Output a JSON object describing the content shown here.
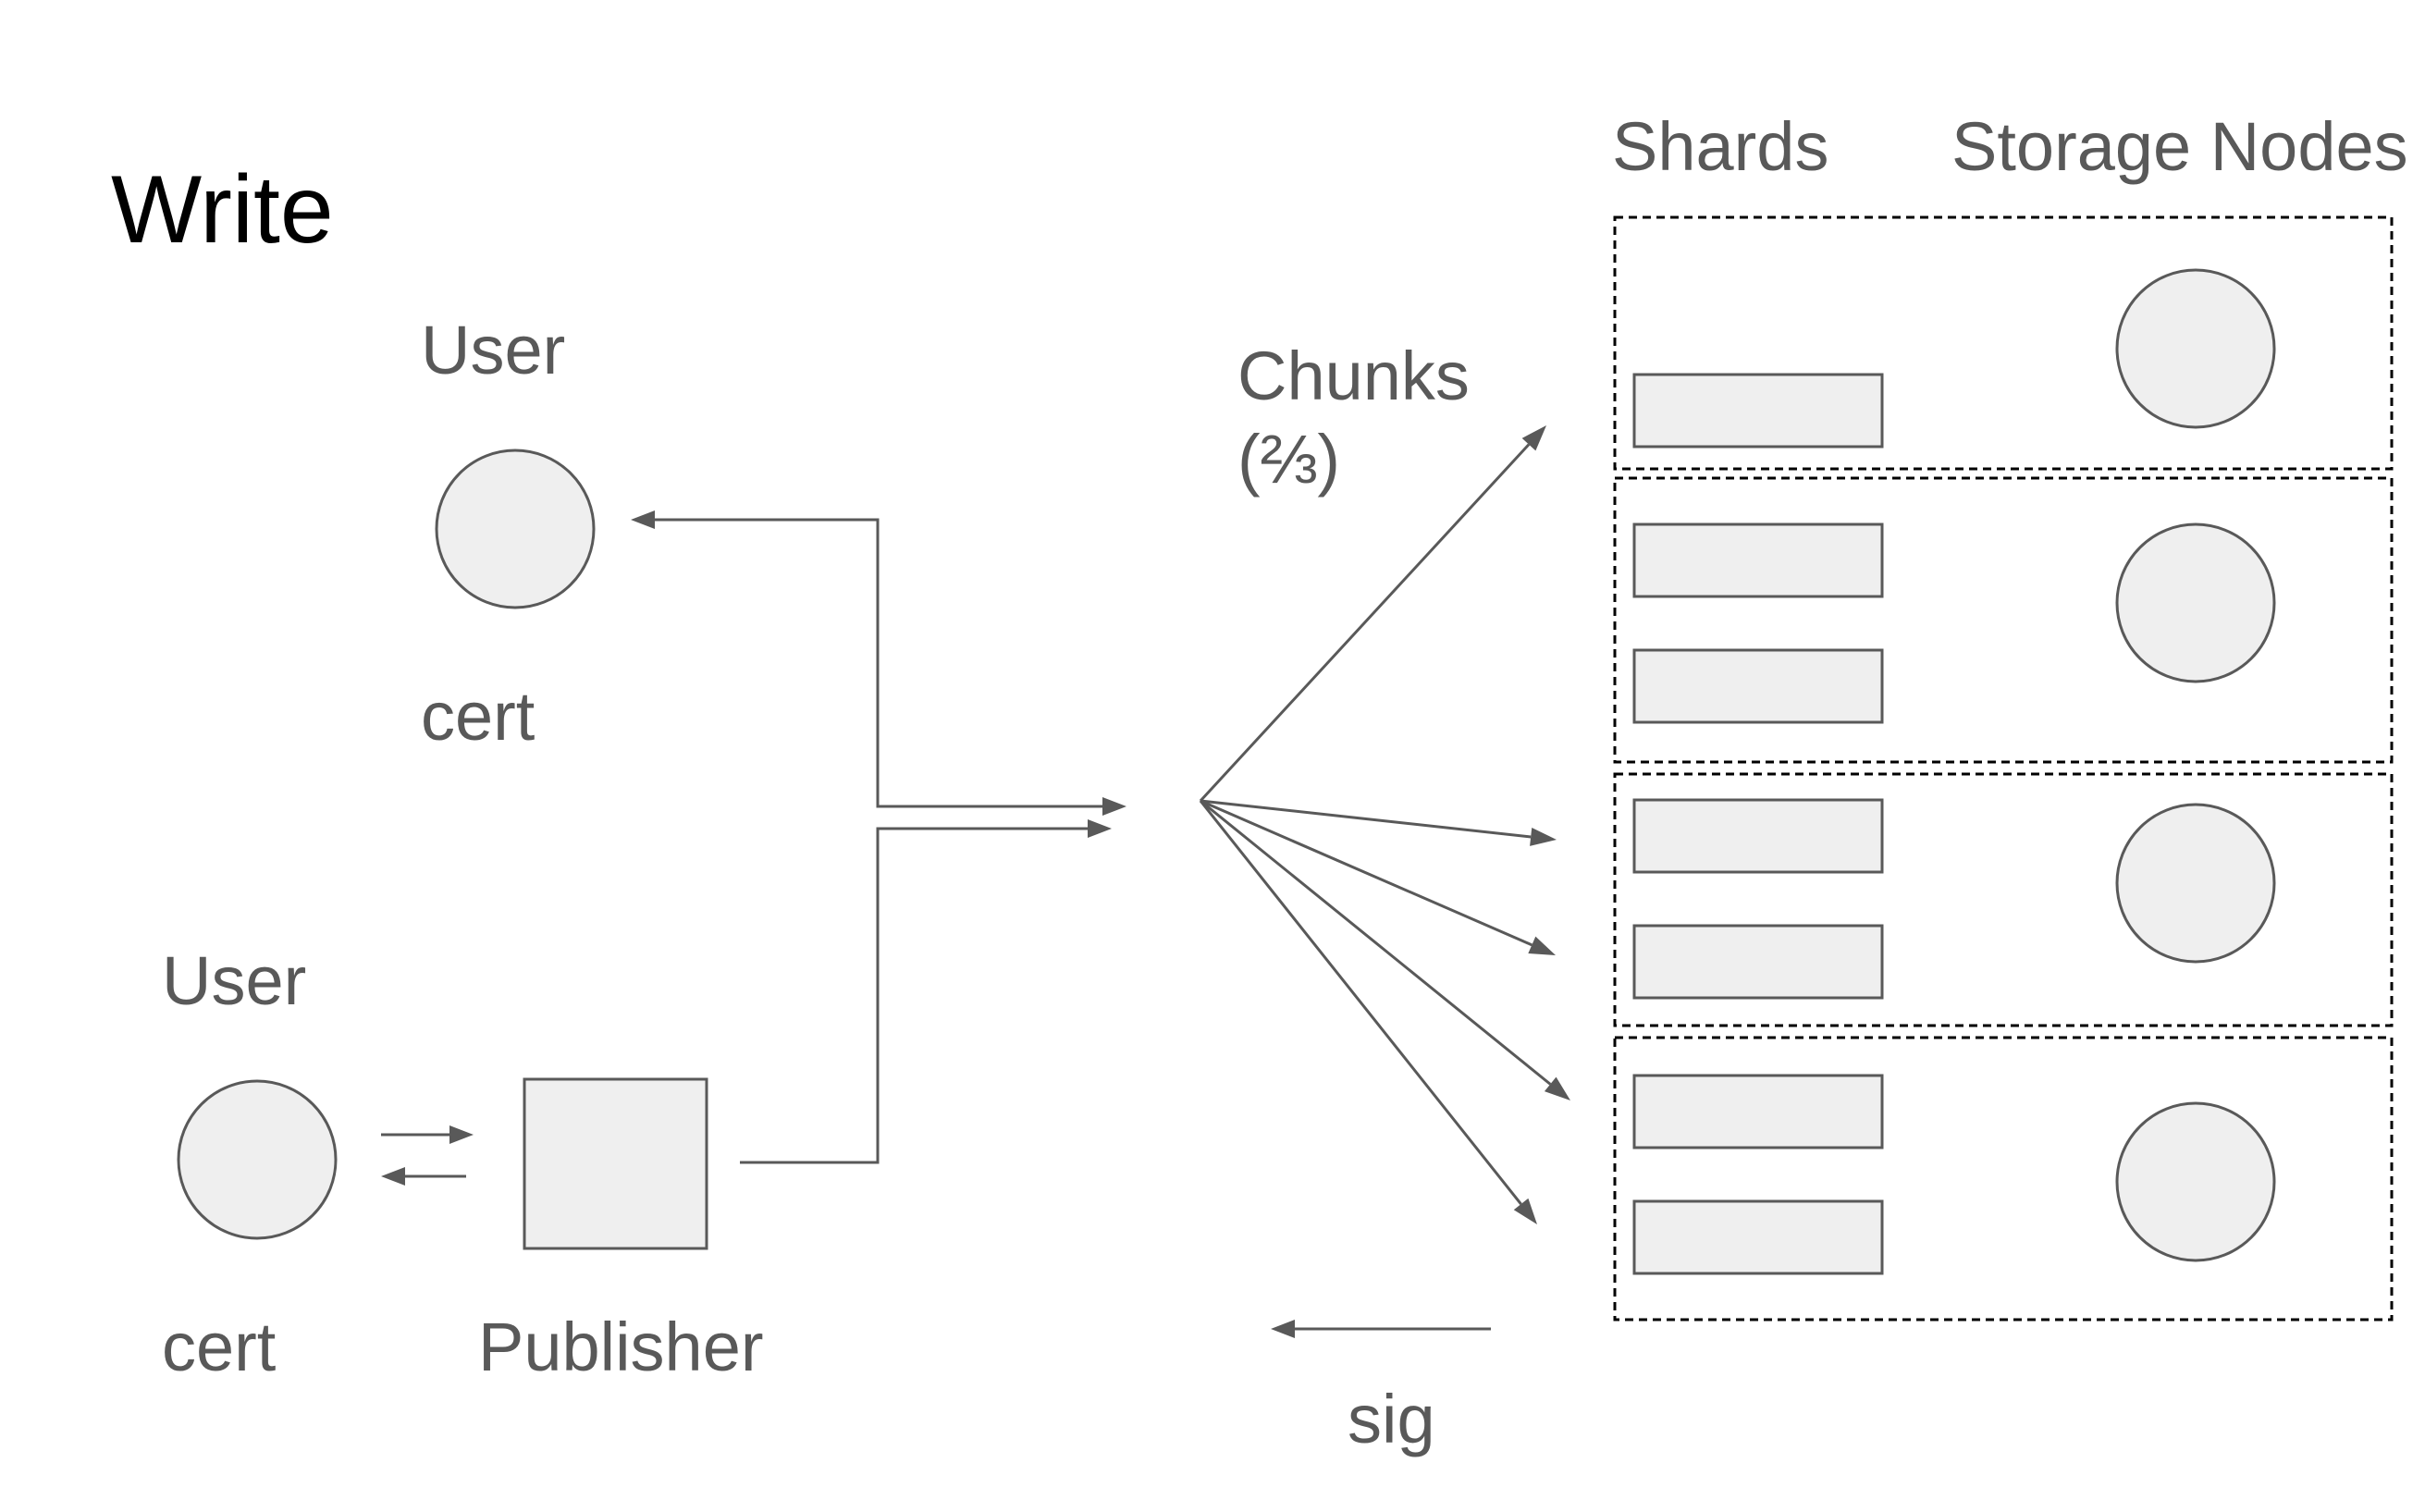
{
  "diagram": {
    "title": "Write",
    "labels": {
      "user_top": "User",
      "cert_top": "cert",
      "user_bottom": "User",
      "cert_bottom": "cert",
      "publisher": "Publisher",
      "chunks_line1": "Chunks",
      "chunks_line2": "(⅔)",
      "shards_header": "Shards",
      "storage_header": "Storage Nodes",
      "sig": "sig"
    },
    "storage_groups": [
      {
        "shard_count": 1
      },
      {
        "shard_count": 2
      },
      {
        "shard_count": 2
      },
      {
        "shard_count": 2
      }
    ],
    "colors": {
      "node_fill": "#efefef",
      "stroke": "#595959",
      "label": "#595959",
      "title": "#000000"
    }
  }
}
